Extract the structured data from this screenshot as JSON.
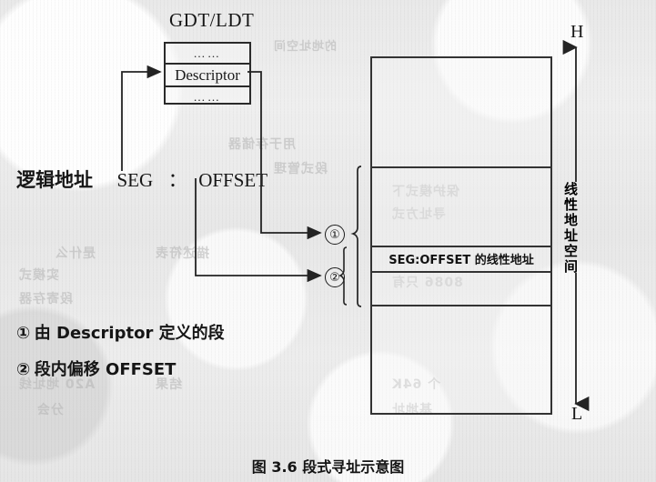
{
  "page": {
    "background_hex": "#ebebeb",
    "ink_hex": "#1b1b1b",
    "caption": "图 3.6 段式寻址示意图"
  },
  "descriptor_table": {
    "title": "GDT/LDT",
    "rows": [
      {
        "label": "……",
        "kind": "ellipsis"
      },
      {
        "label": "Descriptor",
        "kind": "entry"
      },
      {
        "label": "……",
        "kind": "ellipsis"
      }
    ]
  },
  "logical_address": {
    "prefix": "逻辑地址",
    "seg": "SEG",
    "separator": "：",
    "offset": "OFFSET"
  },
  "legend": {
    "items": [
      {
        "marker": "①",
        "text": "由 Descriptor 定义的段"
      },
      {
        "marker": "②",
        "text": "段内偏移 OFFSET"
      }
    ]
  },
  "memory": {
    "linear_band_label": "SEG:OFFSET 的线性地址",
    "callouts": [
      {
        "marker": "①",
        "meaning": "由 Descriptor 定义的段"
      },
      {
        "marker": "②",
        "meaning": "段内偏移 OFFSET"
      }
    ]
  },
  "axis": {
    "high_label": "H",
    "low_label": "L",
    "name": "线性地址空间"
  },
  "bleed_through": [
    "的地址空间",
    "用于存储器",
    "段式管理",
    "保护模式下",
    "寻址方式",
    "是什么",
    "描述符表",
    "实模式",
    "8086 只有",
    "段寄存器",
    "A20 地址线",
    "结果",
    "个 64K",
    "分会",
    "基地址"
  ]
}
